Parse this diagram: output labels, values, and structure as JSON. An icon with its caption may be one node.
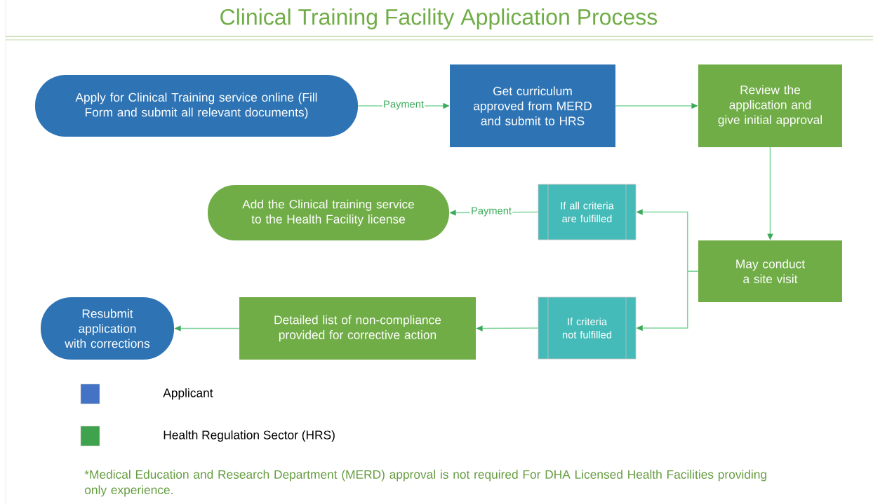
{
  "diagram": {
    "title": "Clinical Training Facility Application Process",
    "nodes": [
      {
        "text": [
          "Apply for Clinical Training service online (Fill Form and submit all relevant documents)"
        ]
      },
      {
        "text": [
          "Get curriculum approved from MERD and submit to HRS"
        ]
      },
      {
        "text": [
          "Review the application and give initial approval"
        ]
      },
      {
        "text": [
          "Add the Clinical training service to the Health Facility license"
        ]
      },
      {
        "text": [
          "If all criteria are fulfilled"
        ]
      },
      {
        "text": [
          "May conduct a site visit"
        ]
      },
      {
        "text": [
          "Resubmit application with corrections"
        ]
      },
      {
        "text": [
          "Detailed list of non-compliance provided for corrective action"
        ]
      },
      {
        "text": [
          "If criteria not fulfilled"
        ]
      }
    ],
    "edges": [
      {
        "from": 0,
        "to": 1,
        "arrow": "to",
        "label": "Payment"
      },
      {
        "from": 1,
        "to": 2,
        "arrow": "to"
      },
      {
        "from": 2,
        "to": 5,
        "arrow": "to"
      },
      {
        "from": 5,
        "to": 4,
        "arrow": "to"
      },
      {
        "from": 5,
        "to": 8,
        "arrow": "to"
      },
      {
        "from": 4,
        "to": 3,
        "arrow": "to",
        "label": "Payment"
      },
      {
        "from": 8,
        "to": 7,
        "arrow": "to"
      },
      {
        "from": 7,
        "to": 6,
        "arrow": "to"
      }
    ],
    "legend": [
      {
        "text": "Applicant",
        "color": "#4472c4"
      },
      {
        "text": "Health Regulation Sector (HRS)",
        "color": "#3fa34d"
      }
    ],
    "caption": "*Medical Education and Research Department (MERD) approval is not required For DHA Licensed Health Facilities  providing only experience."
  }
}
